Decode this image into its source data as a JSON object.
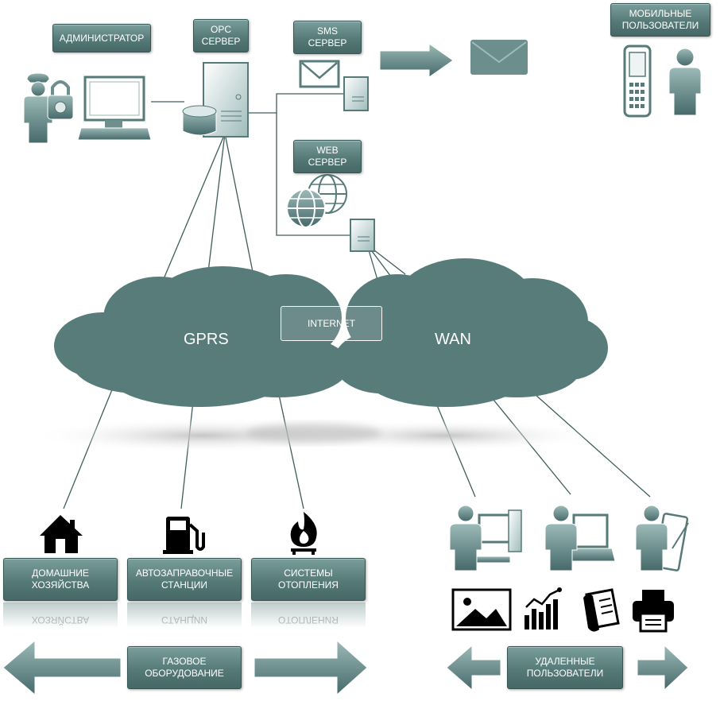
{
  "labels": {
    "admin": "АДМИНИСТРАТОР",
    "opc_line1": "OPC",
    "opc_line2": "СЕРВЕР",
    "sms_line1": "SMS",
    "sms_line2": "СЕРВЕР",
    "web_line1": "WEB",
    "web_line2": "СЕРВЕР",
    "mobile_line1": "МОБИЛЬНЫЕ",
    "mobile_line2": "ПОЛЬЗОВАТЕЛИ",
    "internet": "INTERNET",
    "gprs": "GPRS",
    "wan": "WAN",
    "home_line1": "ДОМАШНИЕ",
    "home_line2": "ХОЗЯЙСТВА",
    "gas_line1": "АВТОЗАПРАВОЧНЫЕ",
    "gas_line2": "СТАНЦИИ",
    "heat_line1": "СИСТЕМЫ",
    "heat_line2": "ОТОПЛЕНИЯ",
    "equip_line1": "ГАЗОВОЕ",
    "equip_line2": "ОБОРУДОВАНИЕ",
    "remote_line1": "УДАЛЕННЫЕ",
    "remote_line2": "ПОЛЬЗОВАТЕЛИ"
  },
  "colors": {
    "accent": "#4f7472",
    "cloud": "#587c7a",
    "label_bg": "#557a78",
    "icon_dark": "#000000"
  },
  "icons": [
    "admin-person-icon",
    "padlock-icon",
    "computer-icon",
    "server-icon",
    "database-icon",
    "envelope-icon",
    "globe-icon",
    "mail-icon",
    "mobile-phone-icon",
    "person-icon",
    "house-icon",
    "fuel-pump-icon",
    "flame-icon",
    "workstation-user-icon",
    "laptop-user-icon",
    "tablet-user-icon",
    "image-icon",
    "bar-chart-icon",
    "document-icon",
    "printer-icon",
    "arrow-left-icon",
    "arrow-right-icon"
  ]
}
